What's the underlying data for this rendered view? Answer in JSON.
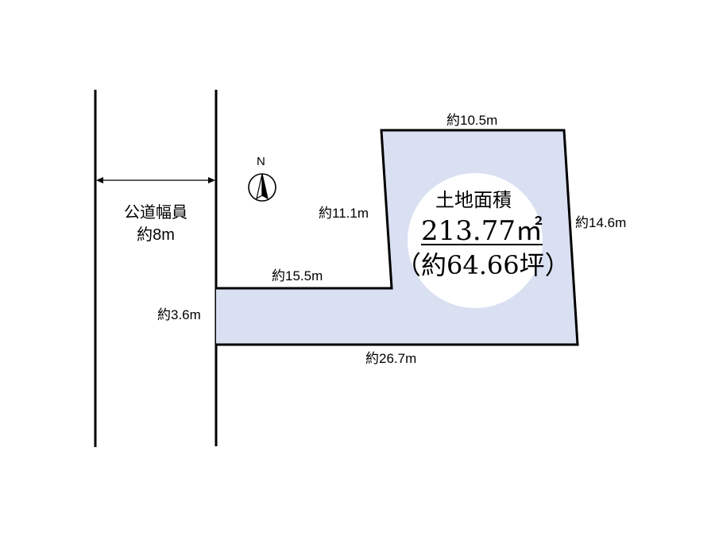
{
  "road": {
    "line1": "公道幅員",
    "line2": "約8m"
  },
  "compass": {
    "label": "N"
  },
  "dimensions": {
    "top": "約10.5m",
    "right": "約14.6m",
    "inner_vertical": "約11.1m",
    "flag_top": "約15.5m",
    "flag_width": "約3.6m",
    "bottom": "約26.7m"
  },
  "area": {
    "title": "土地面積",
    "value": "213.77㎡",
    "tsubo": "（約64.66坪）"
  },
  "colors": {
    "lot_fill": "#d9e0f2",
    "lines": "#000000",
    "label_circle": "#ffffff"
  }
}
